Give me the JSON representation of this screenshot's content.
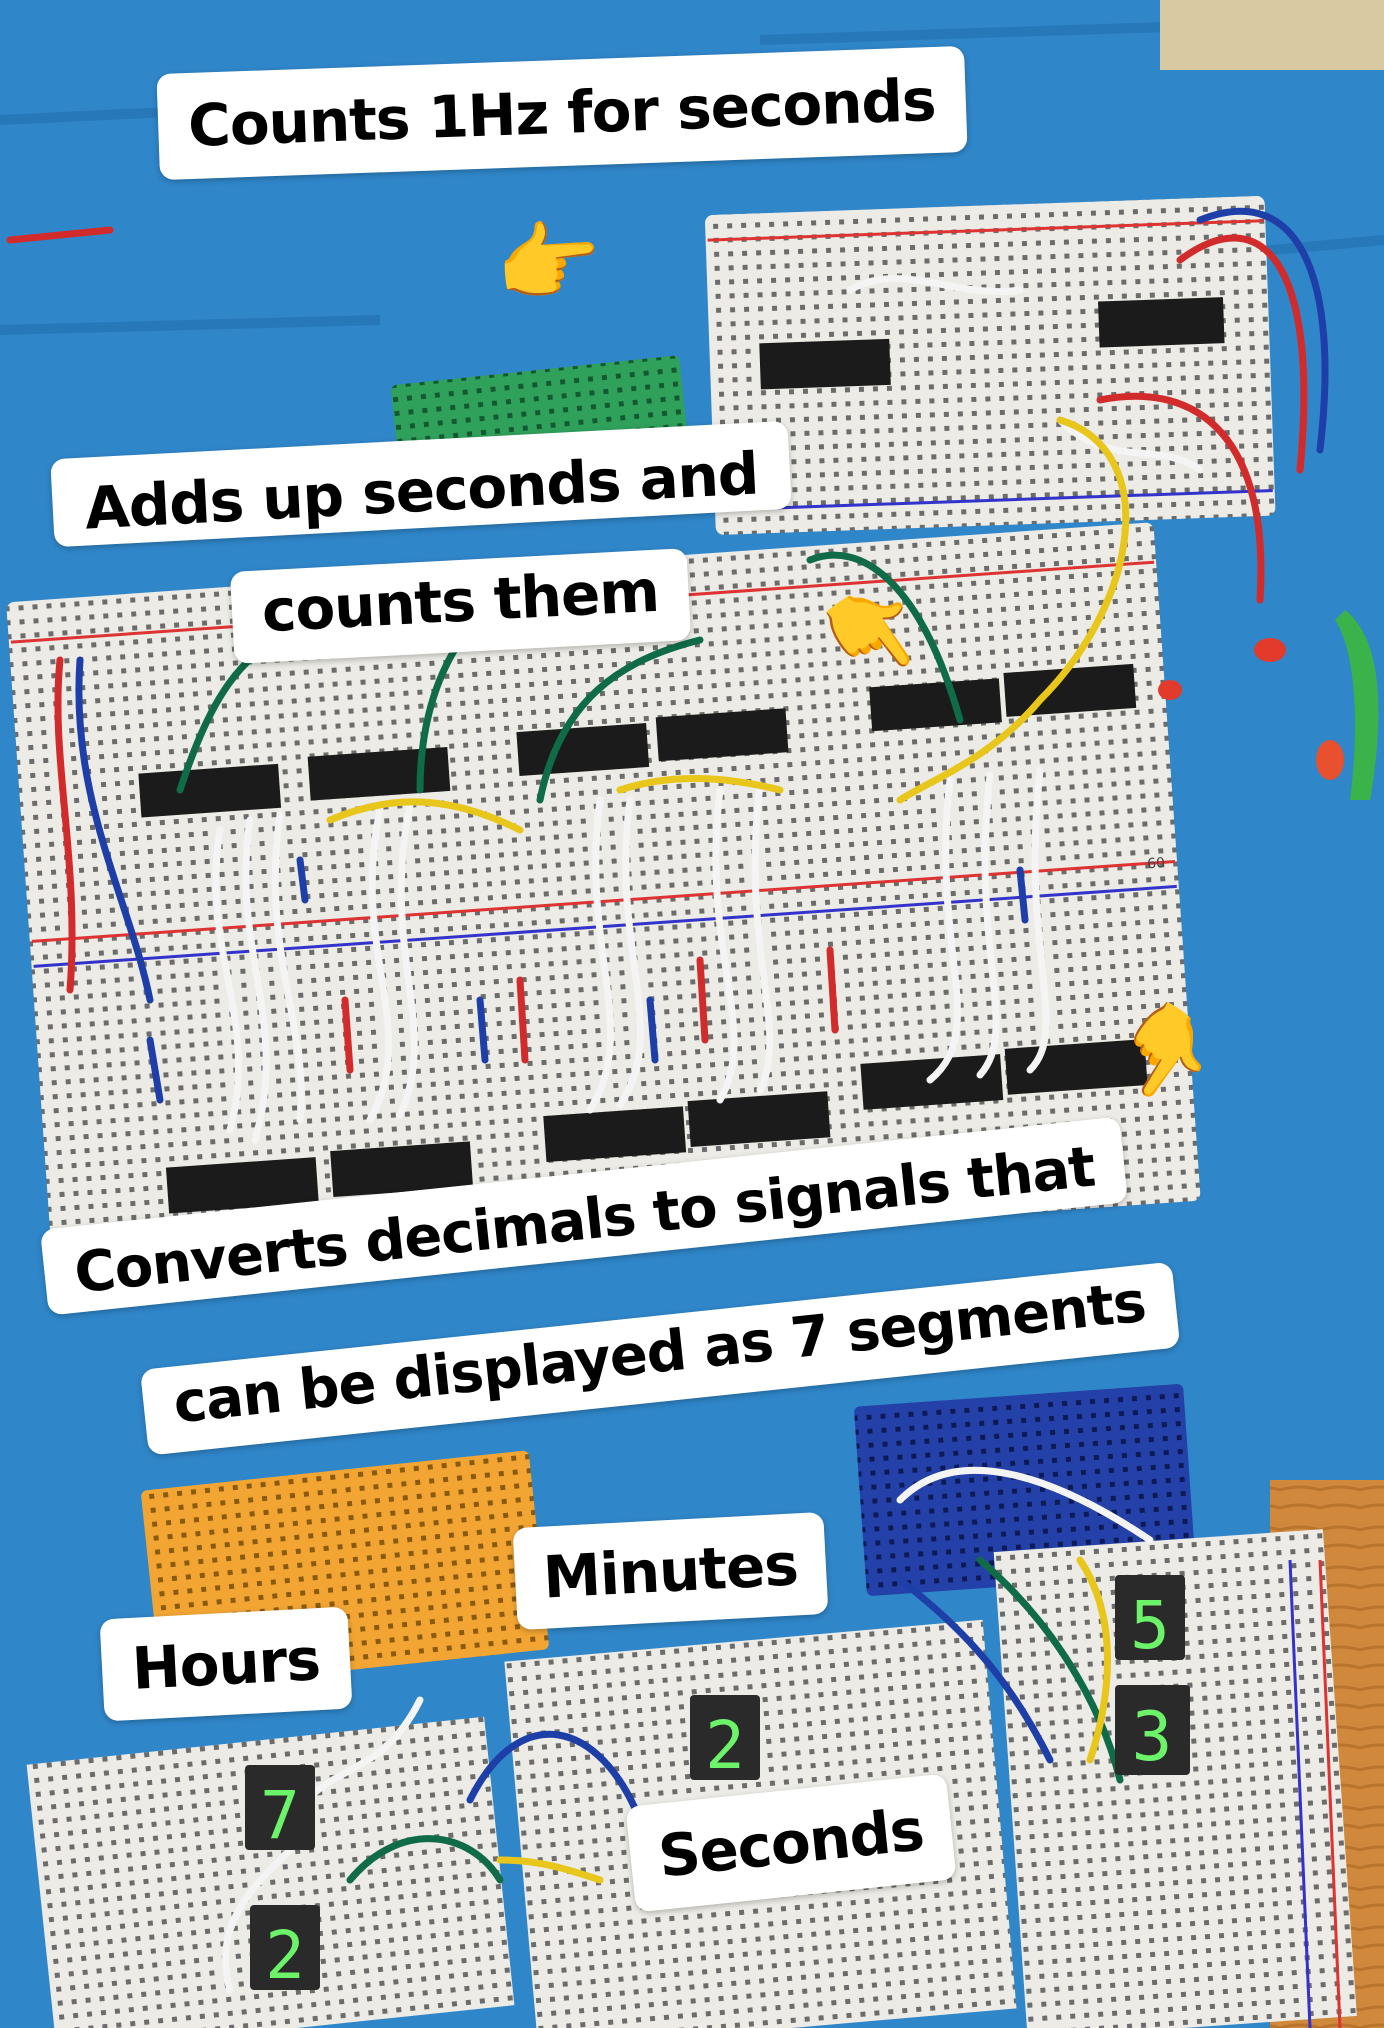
{
  "captions": {
    "counts_1hz": "Counts 1Hz for seconds",
    "adds_up_line1": "Adds up seconds and",
    "adds_up_line2": "counts them",
    "converts_line1": "Converts decimals to signals that",
    "converts_line2": "can be displayed as 7 segments",
    "hours": "Hours",
    "minutes": "Minutes",
    "seconds": "Seconds"
  },
  "pointers": {
    "right_pointer": "👉",
    "down_right_pointer": "👇",
    "down_left_pointer": "👇"
  },
  "digits": {
    "hours_top": "7",
    "hours_bottom": "2",
    "minutes_top": "",
    "minutes_bottom": "2",
    "seconds_top": "5",
    "seconds_bottom": "3"
  },
  "breadboard_number_label": "60",
  "colors": {
    "mat_blue": "#2f86c9",
    "breadboard": "#eceae4",
    "chip": "#1b1b1b",
    "wire_white": "#f4f4f4",
    "wire_red": "#d12b2b",
    "wire_blue": "#1e3fa8",
    "wire_yellow": "#e8c61c",
    "wire_green": "#0f6b48",
    "segment_green": "#6df36a",
    "orange_board": "#f2a533"
  }
}
